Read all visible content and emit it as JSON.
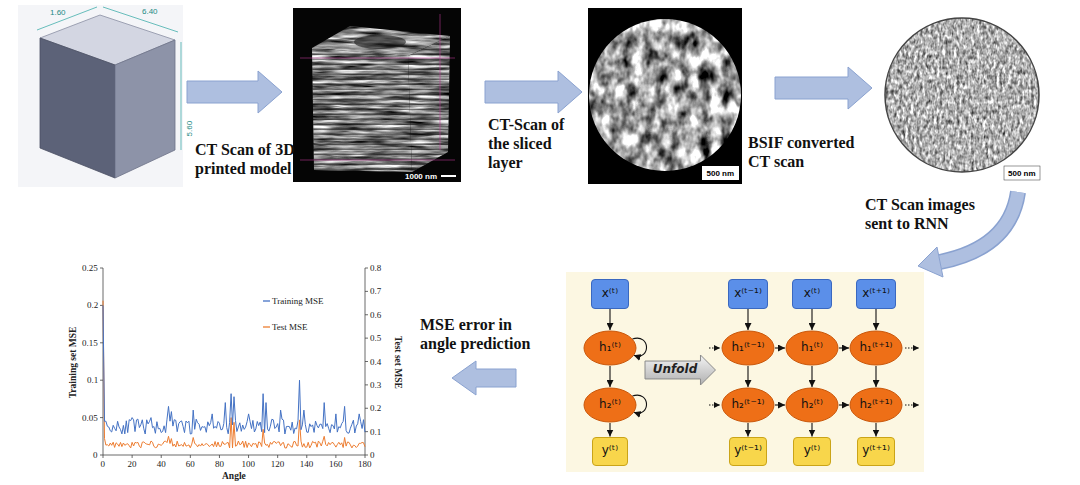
{
  "diagram": {
    "nodes": [
      {
        "text": [
          "x⁽ᵗ⁾"
        ]
      },
      {
        "text": [
          "h₁⁽ᵗ⁾"
        ]
      },
      {
        "text": [
          "h₂⁽ᵗ⁾"
        ]
      },
      {
        "text": [
          "y⁽ᵗ⁾"
        ]
      },
      {
        "text": [
          "Unfold"
        ]
      },
      {
        "text": [
          "x⁽ᵗ⁻¹⁾"
        ]
      },
      {
        "text": [
          "h₁⁽ᵗ⁻¹⁾"
        ]
      },
      {
        "text": [
          "h₂⁽ᵗ⁻¹⁾"
        ]
      },
      {
        "text": [
          "y⁽ᵗ⁻¹⁾"
        ]
      },
      {
        "text": [
          "x⁽ᵗ⁾"
        ]
      },
      {
        "text": [
          "h₁⁽ᵗ⁾"
        ]
      },
      {
        "text": [
          "h₂⁽ᵗ⁾"
        ]
      },
      {
        "text": [
          "y⁽ᵗ⁾"
        ]
      },
      {
        "text": [
          "x⁽ᵗ⁺¹⁾"
        ]
      },
      {
        "text": [
          "h₁⁽ᵗ⁺¹⁾"
        ]
      },
      {
        "text": [
          "h₂⁽ᵗ⁺¹⁾"
        ]
      },
      {
        "text": [
          "y⁽ᵗ⁺¹⁾"
        ]
      }
    ],
    "edges": [
      {
        "from": 0,
        "to": 1,
        "arrow": "to"
      },
      {
        "from": 1,
        "to": 2,
        "arrow": "to"
      },
      {
        "from": 2,
        "to": 3,
        "arrow": "to"
      },
      {
        "from": 1,
        "to": 1,
        "arrow": "to"
      },
      {
        "from": 2,
        "to": 2,
        "arrow": "to"
      },
      {
        "from": 5,
        "to": 6,
        "arrow": "to"
      },
      {
        "from": 6,
        "to": 7,
        "arrow": "to"
      },
      {
        "from": 7,
        "to": 8,
        "arrow": "to"
      },
      {
        "from": 6,
        "to": 10,
        "arrow": "to"
      },
      {
        "from": 7,
        "to": 11,
        "arrow": "to"
      },
      {
        "from": 9,
        "to": 10,
        "arrow": "to"
      },
      {
        "from": 10,
        "to": 11,
        "arrow": "to"
      },
      {
        "from": 11,
        "to": 12,
        "arrow": "to"
      },
      {
        "from": 10,
        "to": 14,
        "arrow": "to"
      },
      {
        "from": 11,
        "to": 15,
        "arrow": "to"
      },
      {
        "from": 13,
        "to": 14,
        "arrow": "to"
      },
      {
        "from": 14,
        "to": 15,
        "arrow": "to"
      },
      {
        "from": 15,
        "to": 16,
        "arrow": "to"
      }
    ],
    "labels": [
      "1.60",
      "6.40",
      "5.60",
      "1000 nm",
      "500 nm",
      "500 nm",
      "CT Scan of 3D printed model",
      "CT-Scan of the sliced layer",
      "BSIF converted CT scan",
      "CT Scan images sent to RNN",
      "MSE error in angle prediction",
      "0.25",
      "0.2",
      "0.15",
      "0.1",
      "0.05",
      "0",
      "0.8",
      "0.7",
      "0.6",
      "0.5",
      "0.4",
      "0.3",
      "0.2",
      "0.1",
      "0",
      "0",
      "20",
      "40",
      "60",
      "80",
      "100",
      "120",
      "140",
      "160",
      "180",
      "Angle",
      "Training set MSE",
      "Test set MSE"
    ],
    "legend": [
      {
        "text": "Training MSE"
      },
      {
        "text": "Test MSE"
      }
    ]
  }
}
